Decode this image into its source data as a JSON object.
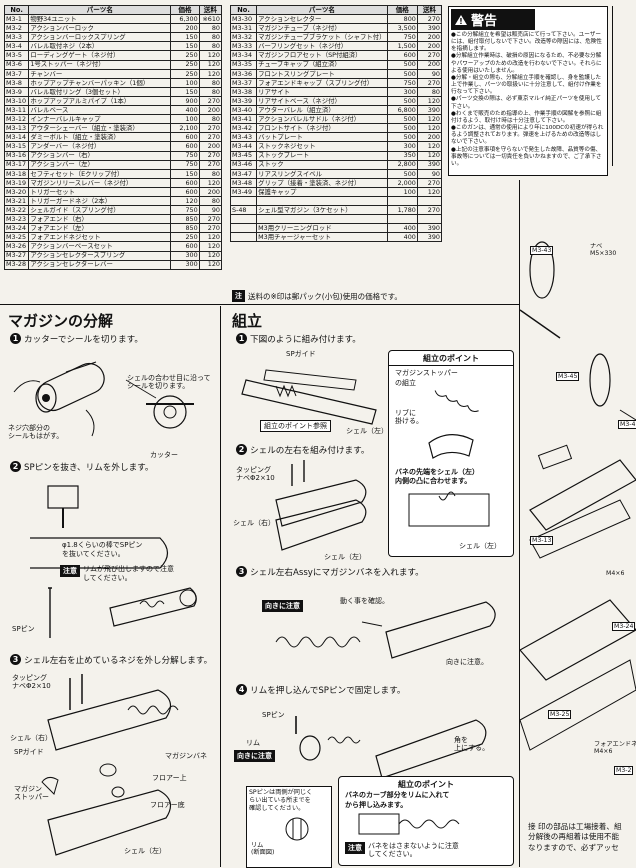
{
  "parts_left": {
    "headers": [
      "No.",
      "パーツ名",
      "価格",
      "送料"
    ],
    "rows": [
      [
        "M3-1",
        "物野34ユニット",
        "6,300",
        "※610"
      ],
      [
        "M3-2",
        "アクションバーロック",
        "200",
        "80"
      ],
      [
        "M3-3",
        "アクションバーロックスプリング",
        "150",
        "80"
      ],
      [
        "M3-4",
        "バレル取付ネジ（2本）",
        "150",
        "80"
      ],
      [
        "M3-5",
        "ローディングゲート（ネジ付）",
        "250",
        "120"
      ],
      [
        "M3-6",
        "1号ストッパー（ネジ付）",
        "250",
        "120"
      ],
      [
        "M3-7",
        "チャンバー",
        "250",
        "120"
      ],
      [
        "M3-8",
        "ホップアップチャンバーパッキン（1個）",
        "100",
        "80"
      ],
      [
        "M3-9",
        "バレル取付リング（3個セット）",
        "150",
        "80"
      ],
      [
        "M3-10",
        "ホップアップアルミパイプ（1本）",
        "900",
        "270"
      ],
      [
        "M3-11",
        "バレルベース",
        "400",
        "200"
      ],
      [
        "M3-12",
        "インナーバレルキャップ",
        "100",
        "80"
      ],
      [
        "M3-13",
        "アウターシェーバー（組立・塗装済）",
        "2,100",
        "270"
      ],
      [
        "M3-14",
        "ダミーボルト（組立・塗装済）",
        "600",
        "270"
      ],
      [
        "M3-15",
        "アンダーバー（ネジ付）",
        "600",
        "200"
      ],
      [
        "M3-16",
        "アクションバー（右）",
        "750",
        "270"
      ],
      [
        "M3-17",
        "アクションバー（左）",
        "750",
        "270"
      ],
      [
        "M3-18",
        "セフティセット（Eクリップ付）",
        "150",
        "80"
      ],
      [
        "M3-19",
        "マガジンリリースレバー（ネジ付）",
        "600",
        "120"
      ],
      [
        "M3-20",
        "トリガーセット",
        "600",
        "200"
      ],
      [
        "M3-21",
        "トリガーガードネジ（2本）",
        "120",
        "80"
      ],
      [
        "M3-22",
        "シェルガイド（スプリング付）",
        "750",
        "90"
      ],
      [
        "M3-23",
        "フォアエンド（右）",
        "850",
        "270"
      ],
      [
        "M3-24",
        "フォアエンド（左）",
        "850",
        "270"
      ],
      [
        "M3-25",
        "フォアエンドネジセット",
        "250",
        "120"
      ],
      [
        "M3-26",
        "アクションバーベースセット",
        "600",
        "120"
      ],
      [
        "M3-27",
        "アクションセレクタースプリング",
        "300",
        "120"
      ],
      [
        "M3-28",
        "アクションセレクターレバー",
        "300",
        "120"
      ]
    ]
  },
  "parts_right": {
    "headers": [
      "No.",
      "パーツ名",
      "価格",
      "送料"
    ],
    "rows": [
      [
        "M3-30",
        "アクションセレクター",
        "800",
        "270"
      ],
      [
        "M3-31",
        "マガジンチューブ（ネジ付）",
        "3,500",
        "390"
      ],
      [
        "M3-32",
        "マガジンチューブブラケット（シャフト付）",
        "750",
        "200"
      ],
      [
        "M3-33",
        "バーフリングセット（ネジ付）",
        "1,500",
        "200"
      ],
      [
        "M3-34",
        "マガジンフロアセット（SP付組済）",
        "600",
        "270"
      ],
      [
        "M3-35",
        "チューブキャップ（組立済）",
        "500",
        "200"
      ],
      [
        "M3-36",
        "フロントスリングプレート",
        "500",
        "90"
      ],
      [
        "M3-37",
        "フォアエンドキャップ（スプリング付）",
        "750",
        "270"
      ],
      [
        "M3-38",
        "リアサイト",
        "300",
        "80"
      ],
      [
        "M3-39",
        "リアサイトベース（ネジ付）",
        "500",
        "120"
      ],
      [
        "M3-40",
        "アウターバレル（組立済）",
        "6,800",
        "390"
      ],
      [
        "M3-41",
        "アクションバレルサドル（ネジ付）",
        "500",
        "120"
      ],
      [
        "M3-42",
        "フロントサイト（ネジ付）",
        "500",
        "120"
      ],
      [
        "M3-43",
        "バットプレート",
        "500",
        "200"
      ],
      [
        "M3-44",
        "ストックネジセット",
        "300",
        "120"
      ],
      [
        "M3-45",
        "ストックプレート",
        "350",
        "120"
      ],
      [
        "M3-46",
        "ストック",
        "2,800",
        "390"
      ],
      [
        "M3-47",
        "リアスリングスイベル",
        "500",
        "90"
      ],
      [
        "M3-48",
        "グリップ（接着・塗装済、ネジ付）",
        "2,000",
        "270"
      ],
      [
        "M3-49",
        "保護キャップ",
        "100",
        "120"
      ],
      [
        "",
        "",
        "",
        ""
      ],
      [
        "S-48",
        "シェル型マガジン（3ケセット）",
        "1,780",
        "270"
      ],
      [
        "",
        "",
        "",
        ""
      ],
      [
        "",
        "M3用クリーニングロッド",
        "400",
        "390"
      ],
      [
        "",
        "M3用チャージャーセット",
        "400",
        "390"
      ]
    ]
  },
  "note": {
    "tag": "注",
    "text": "送料の※印は郵パック(小包)使用の価格です。"
  },
  "warning": {
    "title": "警告",
    "items": [
      "●この分解組立を希望は販売店にて行って下さい。ユーザーには、組付取付しないで下さい。改造等の際因には、危険性を指摘します。",
      "●分解組立作業時は、破損の原因になるため、不必要な分解やパワーアップのための改造を行わないで下さい。それらによる使用はいたしません。",
      "●分解・組立の際も、分解組立手順を確認し、身を監護した上で作業し、パーツの取扱いに十分注意して、組付け作業を行なって下さい。",
      "●パーツ交換の際は、必ず東京マルイ純正パーツを使用して下さい。",
      "●わくまで販売のため指導の上、作業手順の図解を参照に組付けるよう、取付け時は十分注意して下さい。",
      "●このガンは、通常の使用により年に100DCの初速が得られるよう調整されております。弾速を上げるための改造等はしないで下さい。",
      "●上記の注意事項を守らないで発生した故障、品質等の傷、事故等については一切責任を負いかねますので、ご了承下さい。"
    ]
  },
  "magazine": {
    "title": "マガジンの分解",
    "step1": {
      "num": "1",
      "text": "カッターでシールを切ります。"
    },
    "shell_note": "シェルの合わせ目に沿って\nシールを切ります。",
    "cutter": "カッター",
    "screw_note": "ネジ穴部分の\nシールもはがす。",
    "step2": {
      "num": "2",
      "text": "SPピンを抜き、リムを外します。"
    },
    "pin_note": "φ1.8くらいの棒でSPピン\nを抜いてください。",
    "caution_tag": "注意",
    "caution_text": "リムが飛び出しますので注意\nしてください。",
    "sp_pin": "SPピン",
    "step3": {
      "num": "3",
      "text": "シェル左右を止めているネジを外し分解します。"
    },
    "tapping": "タッピング\nナベΦ2×10",
    "shell_r": "シェル（右）",
    "sp_guide": "SPガイド",
    "mag_spring": "マガジンバネ",
    "mag_stopper": "マガジン\nストッパー",
    "floor_upper": "フロアー上",
    "floor_bottom": "フロアー底",
    "shell_l": "シェル（左）"
  },
  "assembly": {
    "title": "組立",
    "step1": {
      "num": "1",
      "text": "下図のように組み付けます。"
    },
    "sp_guide": "SPガイド",
    "point_ref": "組立のポイント参照",
    "shell_l": "シェル（左）",
    "point1": {
      "title": "組立のポイント",
      "line1": "マガジンストッパー",
      "line2": "の組立",
      "rib": "リブに\n掛ける。"
    },
    "spring_note": "バネの先端をシェル（左）\n内側の凸に合わせます。",
    "step2": {
      "num": "2",
      "text": "シェルの左右を組み付けます。"
    },
    "tapping": "タッピング\nナベΦ2×10",
    "shell_r": "シェル（右）",
    "step3": {
      "num": "3",
      "text": "シェル左右Assyにマガジンバネを入れます。"
    },
    "direction_tag": "向きに注意",
    "movement_note": "動く事を確認。",
    "direction_note": "向きに注意。",
    "step4": {
      "num": "4",
      "text": "リムを押し込んでSPピンで固定します。"
    },
    "sp_pin": "SPピン",
    "rim": "リム",
    "mark_note": "角を\n上にする。",
    "pin_note": "SPピンは両側が同じく\nらい出ている所までを\n確認してください。",
    "rim_cs": "リム\n(断面図)",
    "point2": {
      "title": "組立のポイント",
      "line1": "バネのカーブ部分をリムに入れて",
      "line2": "から押し込みます。",
      "caution_tag": "注意",
      "caution": "バネをはさまないように注意\nしてください。"
    }
  },
  "exploded": {
    "labels": [
      "M3-43",
      "M3-45",
      "M3-4",
      "M3-13",
      "M3-24",
      "M3-25",
      "M3-2"
    ],
    "screw": "ナベ\nM5×330",
    "screw2": "M4×6",
    "foreend": "フォアエンドネ\nM4×6",
    "footer": "接 印の部品は工場接着、組\n分解後の再組着は使用不能\nなりますので、必ずアッセ"
  }
}
